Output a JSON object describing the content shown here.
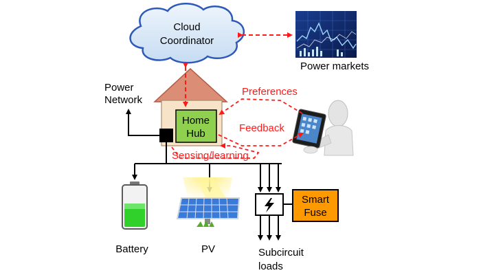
{
  "nodes": {
    "cloud": {
      "line1": "Cloud",
      "line2": "Coordinator"
    },
    "power_markets": "Power markets",
    "power_network": {
      "line1": "Power",
      "line2": "Network"
    },
    "home_hub": {
      "line1": "Home",
      "line2": "Hub"
    },
    "battery": "Battery",
    "pv": "PV",
    "smart_fuse": {
      "line1": "Smart",
      "line2": "Fuse"
    },
    "subcircuit_loads": {
      "line1": "Subcircuit",
      "line2": "loads"
    }
  },
  "flows": {
    "preferences": "Preferences",
    "feedback": "Feedback",
    "sensing": "Sensing/learning"
  },
  "colors": {
    "flow_red": "#ff1a1a",
    "hub_green": "#8fd14f",
    "fuse_orange": "#ff9900",
    "roof": "#dc8d76",
    "house_wall": "#f6e3c8",
    "cloud_fill": "#dbe9f7",
    "cloud_stroke": "#2e59b8",
    "battery_green": "#2fd12a",
    "solar_blue": "#3a7ad8"
  },
  "icons": [
    "cloud-icon",
    "chart-thumbnail-icon",
    "house-icon",
    "tablet-user-icon",
    "battery-icon",
    "solar-panel-icon",
    "switch-icon"
  ]
}
